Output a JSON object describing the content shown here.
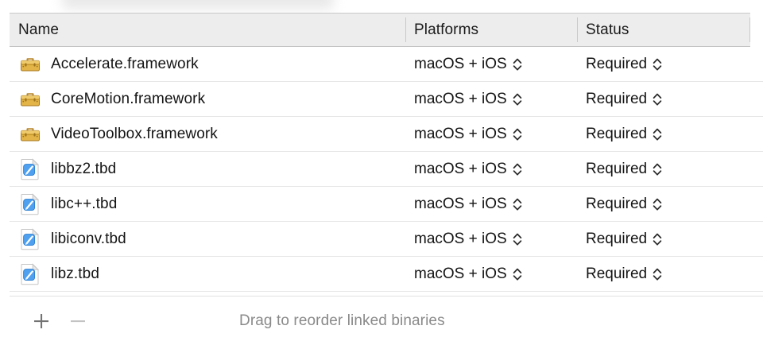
{
  "table": {
    "columns": [
      {
        "key": "name",
        "label": "Name"
      },
      {
        "key": "platforms",
        "label": "Platforms"
      },
      {
        "key": "status",
        "label": "Status"
      }
    ],
    "rows": [
      {
        "icon": "framework-icon",
        "name": "Accelerate.framework",
        "platforms": "macOS + iOS",
        "status": "Required"
      },
      {
        "icon": "framework-icon",
        "name": "CoreMotion.framework",
        "platforms": "macOS + iOS",
        "status": "Required"
      },
      {
        "icon": "framework-icon",
        "name": "VideoToolbox.framework",
        "platforms": "macOS + iOS",
        "status": "Required"
      },
      {
        "icon": "tbd-file-icon",
        "name": "libbz2.tbd",
        "platforms": "macOS + iOS",
        "status": "Required"
      },
      {
        "icon": "tbd-file-icon",
        "name": "libc++.tbd",
        "platforms": "macOS + iOS",
        "status": "Required"
      },
      {
        "icon": "tbd-file-icon",
        "name": "libiconv.tbd",
        "platforms": "macOS + iOS",
        "status": "Required"
      },
      {
        "icon": "tbd-file-icon",
        "name": "libz.tbd",
        "platforms": "macOS + iOS",
        "status": "Required"
      }
    ]
  },
  "toolbar": {
    "add_label": "+",
    "remove_label": "−",
    "hint": "Drag to reorder linked binaries"
  },
  "colors": {
    "header_background": "#eeedee",
    "header_border": "#c4c4c4",
    "row_separator": "#e6e6e6",
    "text_primary": "#141414",
    "text_muted": "#8a8a8a",
    "framework_icon_gold": "#d9a93a",
    "tbd_icon_blue": "#3f92e8"
  }
}
